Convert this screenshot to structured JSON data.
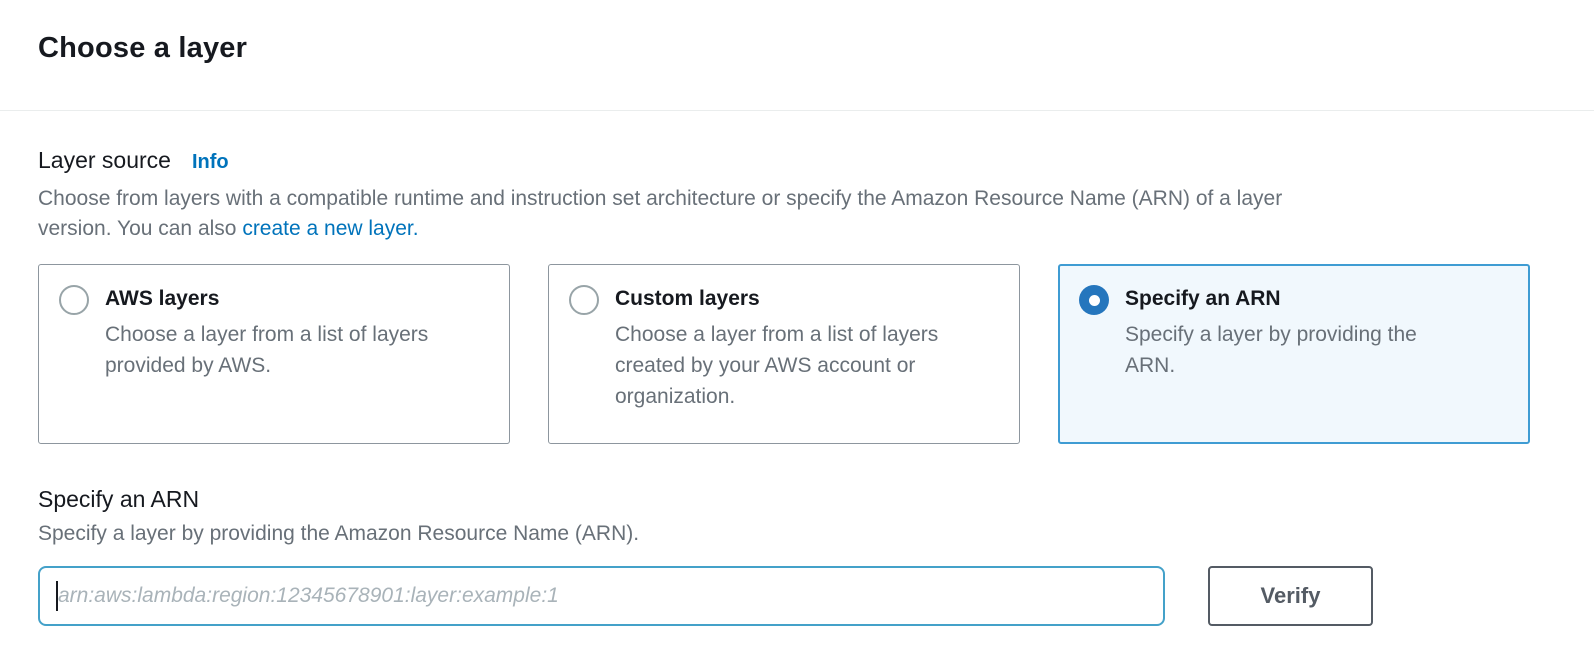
{
  "header": {
    "title": "Choose a layer"
  },
  "layer_source": {
    "label": "Layer source",
    "info_label": "Info",
    "description": {
      "line1": "Choose from layers with a compatible runtime and instruction set architecture or specify the Amazon Resource Name (ARN) of a layer",
      "line2_prefix": "version. You can also ",
      "link_text": "create a new layer."
    },
    "options": [
      {
        "title": "AWS layers",
        "description": "Choose a layer from a list of layers provided by AWS.",
        "selected": false
      },
      {
        "title": "Custom layers",
        "description": "Choose a layer from a list of layers created by your AWS account or organization.",
        "selected": false
      },
      {
        "title": "Specify an ARN",
        "description": "Specify a layer by providing the ARN.",
        "selected": true
      }
    ]
  },
  "arn_section": {
    "heading": "Specify an ARN",
    "description": "Specify a layer by providing the Amazon Resource Name (ARN).",
    "input_value": "",
    "input_placeholder": "arn:aws:lambda:region:12345678901:layer:example:1",
    "verify_label": "Verify"
  },
  "colors": {
    "link_blue": "#0073bb",
    "radio_selected_blue": "#2576bd",
    "selected_card_border": "#3f9cd3",
    "selected_card_bg": "#f1f8fd",
    "input_focus_border": "#44a1c9",
    "divider": "#eaeded",
    "heading_text": "#16191f",
    "secondary_text": "#687078",
    "button_border": "#545b64"
  }
}
